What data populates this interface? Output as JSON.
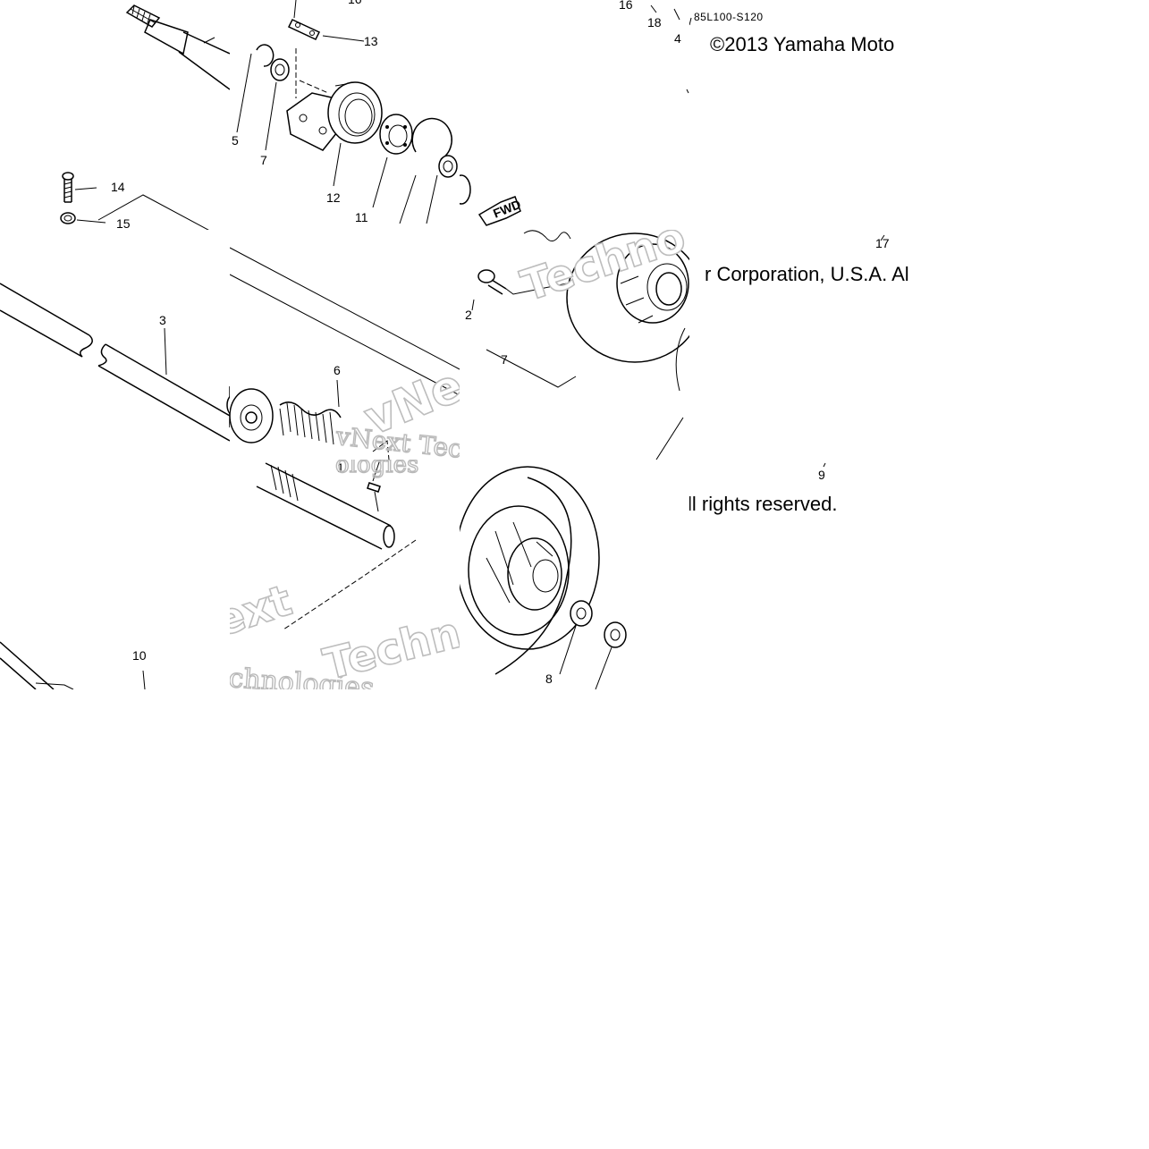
{
  "callouts": {
    "c1": "1",
    "c2": "2",
    "c3": "3",
    "c4": "4",
    "c5": "5",
    "c6": "6",
    "c7": "7",
    "c8": "8",
    "c9": "9",
    "c10": "10",
    "c11": "11",
    "c12": "12",
    "c13": "13",
    "c14": "14",
    "c15": "15",
    "c16": "16",
    "c17": "17",
    "c18": "18"
  },
  "diagram_code": "85L100-S120",
  "fwd_label": "FWD",
  "copyright": {
    "line1": "©2013 Yamaha Moto",
    "line2": "r Corporation, U.S.A. Al",
    "line3": "ll rights reserved."
  },
  "watermark": {
    "text1": "vNext Tec",
    "text2": "Technologies",
    "text3": "Techno",
    "text4": "vNe",
    "text5": "ext",
    "text6": "chnologies",
    "text7": "ologies"
  }
}
